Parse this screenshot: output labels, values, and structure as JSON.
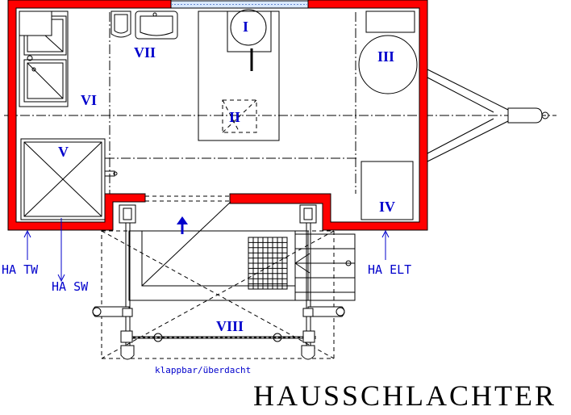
{
  "rooms": {
    "r1": "I",
    "r2": "II",
    "r3": "III",
    "r4": "IV",
    "r5": "V",
    "r6": "VI",
    "r7": "VII",
    "r8": "VIII"
  },
  "connections": {
    "tw": "HA  TW",
    "sw": "HA  SW",
    "elt": "HA  ELT"
  },
  "caption": "klappbar/überdacht",
  "title": "HAUSSCHLACHTER",
  "colors": {
    "wall": "#ff0000",
    "label": "#0000cc",
    "line": "#000000"
  }
}
